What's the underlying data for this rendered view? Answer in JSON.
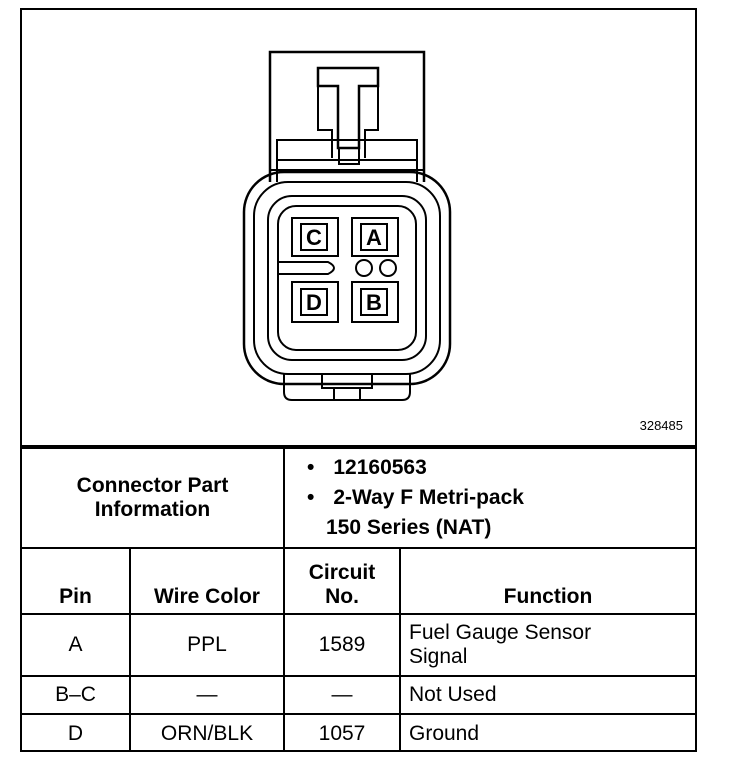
{
  "figure_id": "328485",
  "connector": {
    "pin_labels": [
      "C",
      "A",
      "D",
      "B"
    ]
  },
  "part_info": {
    "label_line1": "Connector Part",
    "label_line2": "Information",
    "part_number": "12160563",
    "desc_line1": "2-Way F Metri-pack",
    "desc_line2": "150 Series (NAT)",
    "bullet": "•"
  },
  "columns": {
    "pin": "Pin",
    "wire_color": "Wire Color",
    "circuit_line1": "Circuit",
    "circuit_line2": "No.",
    "function": "Function"
  },
  "rows": [
    {
      "pin": "A",
      "wire_color": "PPL",
      "circuit": "1589",
      "function_line1": "Fuel Gauge Sensor",
      "function_line2": "Signal"
    },
    {
      "pin": "B–C",
      "wire_color": "—",
      "circuit": "—",
      "function_line1": "Not Used",
      "function_line2": ""
    },
    {
      "pin": "D",
      "wire_color": "ORN/BLK",
      "circuit": "1057",
      "function_line1": "Ground",
      "function_line2": ""
    }
  ]
}
